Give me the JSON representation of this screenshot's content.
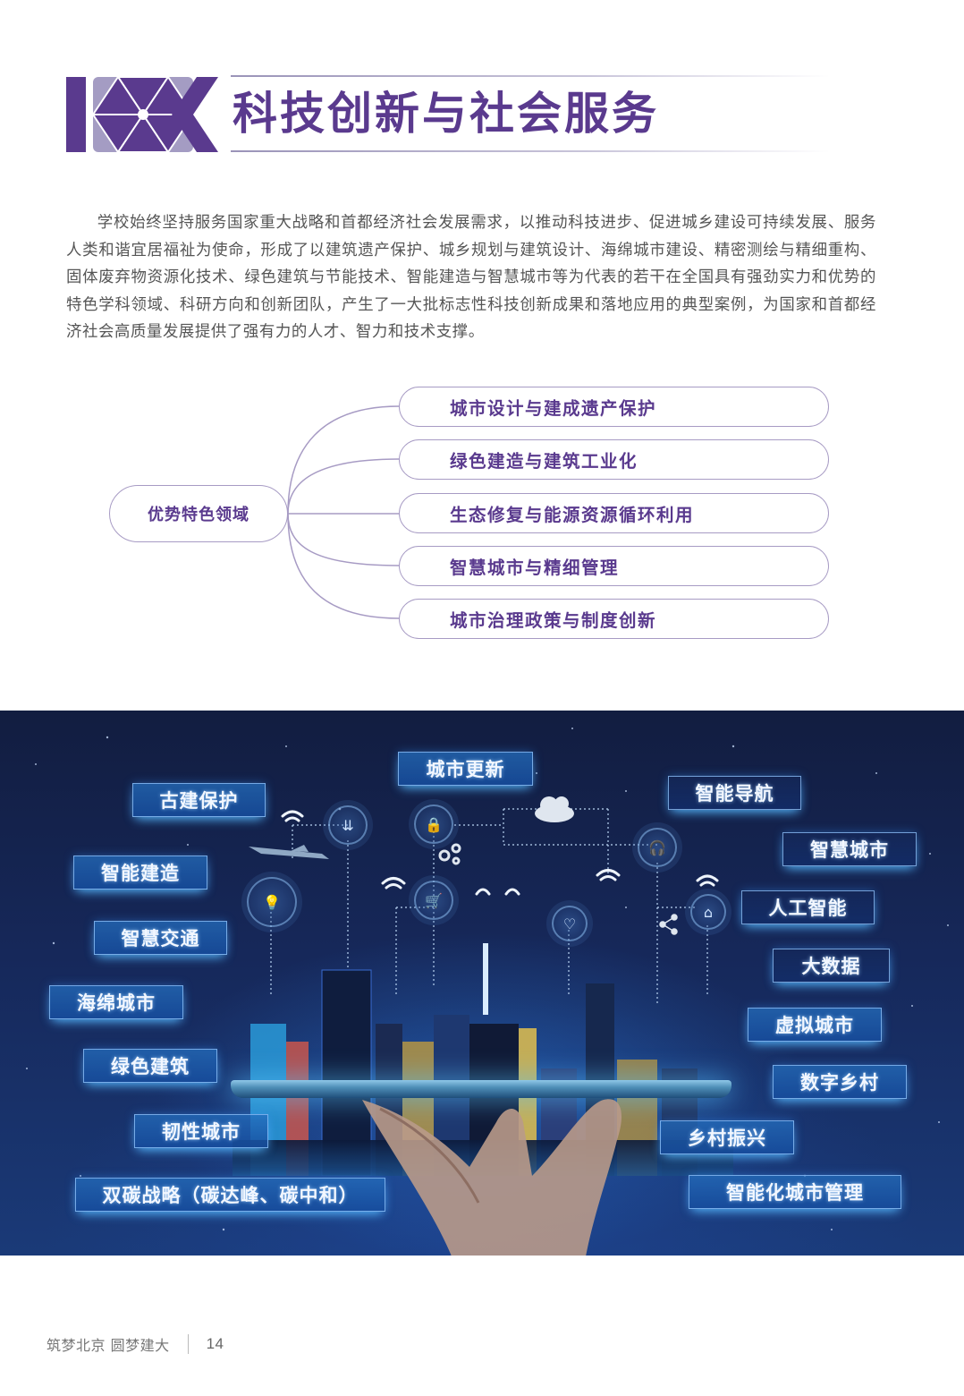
{
  "header": {
    "title": "科技创新与社会服务",
    "logo_icon": "hexagon-k-logo-icon",
    "colors": {
      "primary": "#5a3a8e",
      "secondary": "#a49cc3",
      "rule": "#9a93b8"
    }
  },
  "intro": {
    "text": "学校始终坚持服务国家重大战略和首都经济社会发展需求，以推动科技进步、促进城乡建设可持续发展、服务人类和谐宜居福祉为使命，形成了以建筑遗产保护、城乡规划与建筑设计、海绵城市建设、精密测绘与精细重构、固体废弃物资源化技术、绿色建筑与节能技术、智能建造与智慧城市等为代表的若干在全国具有强劲实力和优势的特色学科领域、科研方向和创新团队，产生了一大批标志性科技创新成果和落地应用的典型案例，为国家和首都经济社会高质量发展提供了强有力的人才、智力和技术支撑。"
  },
  "mindmap": {
    "root": "优势特色领域",
    "branches": [
      {
        "label": "城市设计与建成遗产保护"
      },
      {
        "label": "绿色建造与建筑工业化"
      },
      {
        "label": "生态修复与能源资源循环利用"
      },
      {
        "label": "智慧城市与精细管理"
      },
      {
        "label": "城市治理政策与制度创新"
      }
    ]
  },
  "banner": {
    "tags_left": [
      {
        "label": "古建保护"
      },
      {
        "label": "智能建造"
      },
      {
        "label": "智慧交通"
      },
      {
        "label": "海绵城市"
      },
      {
        "label": "绿色建筑"
      },
      {
        "label": "韧性城市"
      },
      {
        "label": "双碳战略（碳达峰、碳中和）"
      }
    ],
    "tags_top": [
      {
        "label": "城市更新"
      }
    ],
    "tags_right": [
      {
        "label": "智能导航"
      },
      {
        "label": "智慧城市"
      },
      {
        "label": "人工智能"
      },
      {
        "label": "大数据"
      },
      {
        "label": "虚拟城市"
      },
      {
        "label": "数字乡村"
      },
      {
        "label": "乡村振兴"
      },
      {
        "label": "智能化城市管理"
      }
    ],
    "icons": [
      "lightbulb-icon",
      "download-arrows-icon",
      "lock-icon",
      "gears-icon",
      "shopping-cart-icon",
      "cloud-icon",
      "headset-icon",
      "heart-icon",
      "share-icon",
      "home-icon",
      "wifi-icon",
      "airplane-icon"
    ],
    "colors": {
      "sky_top": "#121d40",
      "sky_bottom": "#1a3a78",
      "tag_fill": "#1f5fae",
      "tag_border": "#96c8ff"
    }
  },
  "footer": {
    "slogan": "筑梦北京 圆梦建大",
    "page_number": "14"
  }
}
